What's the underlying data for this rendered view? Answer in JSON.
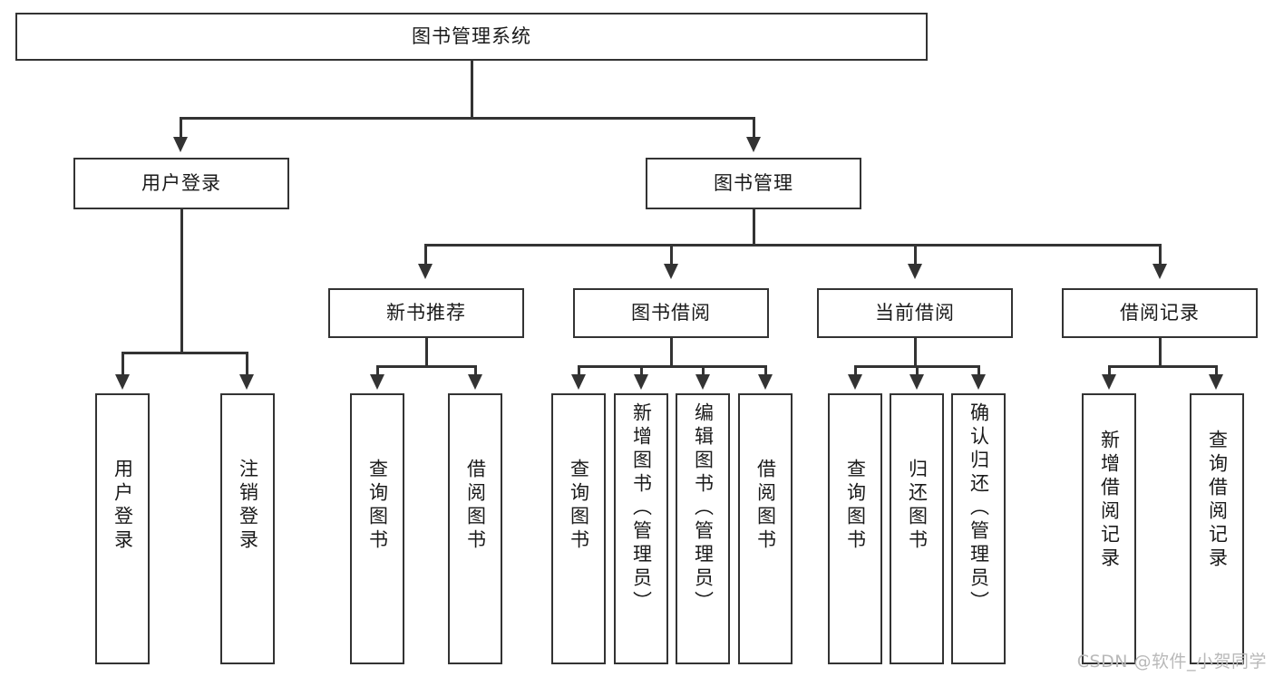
{
  "diagram": {
    "type": "tree",
    "title": "图书管理系统",
    "root": {
      "id": "root",
      "label": "图书管理系统"
    },
    "level1": [
      {
        "id": "user-login",
        "label": "用户登录"
      },
      {
        "id": "book-manage",
        "label": "图书管理"
      }
    ],
    "level2": [
      {
        "id": "new-book-recommend",
        "label": "新书推荐",
        "parent": "book-manage"
      },
      {
        "id": "book-borrow",
        "label": "图书借阅",
        "parent": "book-manage"
      },
      {
        "id": "current-borrow",
        "label": "当前借阅",
        "parent": "book-manage"
      },
      {
        "id": "borrow-record",
        "label": "借阅记录",
        "parent": "book-manage"
      }
    ],
    "leaves": {
      "user_login": [
        {
          "id": "leaf-user-login",
          "label": "用户登录"
        },
        {
          "id": "leaf-logout-login",
          "label": "注销登录"
        }
      ],
      "new_book_recommend": [
        {
          "id": "leaf-query-book-1",
          "label": "查询图书"
        },
        {
          "id": "leaf-borrow-book-1",
          "label": "借阅图书"
        }
      ],
      "book_borrow": [
        {
          "id": "leaf-query-book-2",
          "label": "查询图书"
        },
        {
          "id": "leaf-add-book",
          "label": "新增图书（管理员）"
        },
        {
          "id": "leaf-edit-book",
          "label": "编辑图书（管理员）"
        },
        {
          "id": "leaf-borrow-book-2",
          "label": "借阅图书"
        }
      ],
      "current_borrow": [
        {
          "id": "leaf-query-book-3",
          "label": "查询图书"
        },
        {
          "id": "leaf-return-book",
          "label": "归还图书"
        },
        {
          "id": "leaf-confirm-return",
          "label": "确认归还（管理员）"
        }
      ],
      "borrow_record": [
        {
          "id": "leaf-add-record",
          "label": "新增借阅记录"
        },
        {
          "id": "leaf-query-record",
          "label": "查询借阅记录"
        }
      ]
    }
  },
  "watermark": {
    "text": "CSDN @软件_小贺同学"
  },
  "colors": {
    "stroke": "#333333",
    "background": "#ffffff",
    "text": "#1a1a1a",
    "watermark": "#b9b9b9"
  }
}
